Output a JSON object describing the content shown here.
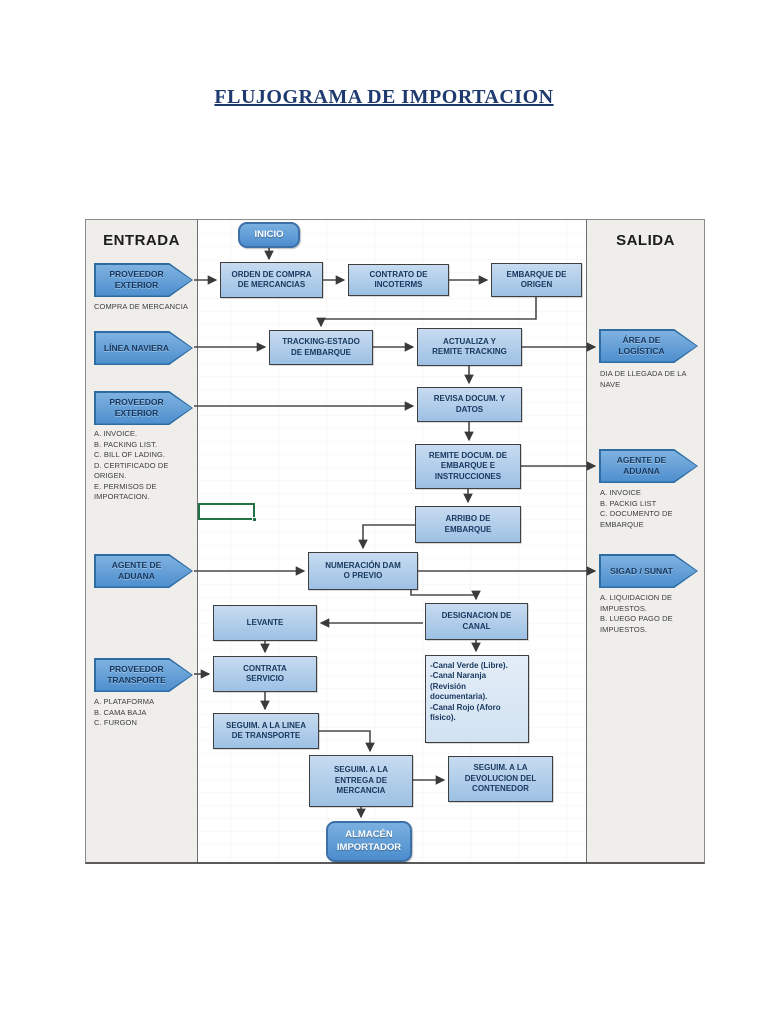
{
  "page": {
    "title": "FLUJOGRAMA DE IMPORTACION"
  },
  "columns": {
    "entrada": "ENTRADA",
    "salida": "SALIDA"
  },
  "terminals": {
    "inicio": "INICIO",
    "almacen": "ALMACÉN\nIMPORTADOR"
  },
  "inputs": [
    {
      "label": "PROVEEDOR\nEXTERIOR",
      "note": "COMPRA DE MERCANCIA"
    },
    {
      "label": "LÍNEA NAVIERA",
      "note": ""
    },
    {
      "label": "PROVEEDOR\nEXTERIOR",
      "note": "A. INVOICE.\nB. PACKING LIST.\nC. BILL OF LADING.\nD. CERTIFICADO DE\nORIGEN.\nE. PERMISOS DE\nIMPORTACION."
    },
    {
      "label": "AGENTE DE\nADUANA",
      "note": ""
    },
    {
      "label": "PROVEEDOR\nTRANSPORTE",
      "note": "A. PLATAFORMA\nB. CAMA BAJA\nC. FURGON"
    }
  ],
  "outputs": [
    {
      "label": "ÁREA DE\nLOGÍSTICA",
      "note": "DIA DE LLEGADA DE LA\nNAVE"
    },
    {
      "label": "AGENTE DE\nADUANA",
      "note": "A. INVOICE\nB. PACKIG LIST\nC. DOCUMENTO DE\nEMBARQUE"
    },
    {
      "label": "SIGAD / SUNAT",
      "note": "A. LIQUIDACION DE\nIMPUESTOS.\nB. LUEGO PAGO DE\nIMPUESTOS."
    }
  ],
  "processes": {
    "orden": "ORDEN DE COMPRA\nDE MERCANCIAS",
    "contrato": "CONTRATO DE\nINCOTERMS",
    "embarque": "EMBARQUE DE\nORIGEN",
    "tracking": "TRACKING-ESTADO\nDE EMBARQUE",
    "actualiza": "ACTUALIZA Y\nREMITE TRACKING",
    "revisa": "REVISA DOCUM. Y\nDATOS",
    "remite": "REMITE DOCUM. DE\nEMBARQUE E\nINSTRUCCIONES",
    "arribo": "ARRIBO DE\nEMBARQUE",
    "numeracion": "NUMERACIÓN DAM\nO PREVIO",
    "levante": "LEVANTE",
    "designacion": "DESIGNACION DE\nCANAL",
    "canal_info": "-Canal Verde (Libre).\n-Canal Naranja (Revisión documentaria).\n-Canal Rojo (Aforo físico).",
    "contrata": "CONTRATA\nSERVICIO",
    "seglinea": "SEGUIM. A LA LINEA\nDE TRANSPORTE",
    "segentrega": "SEGUIM. A LA\nENTREGA DE\nMERCANCIA",
    "segdevol": "SEGUIM. A LA\nDEVOLUCION DEL\nCONTENEDOR"
  }
}
